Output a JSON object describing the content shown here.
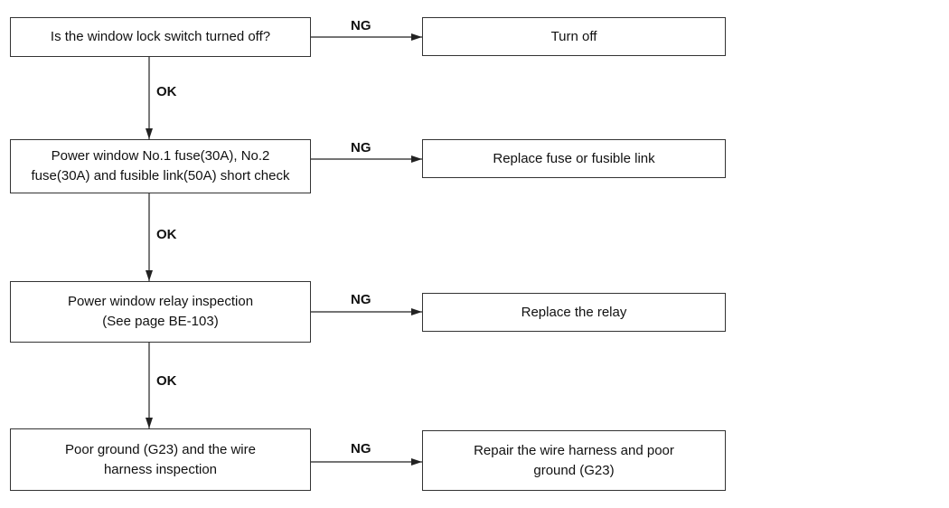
{
  "steps": [
    {
      "check": "Is the window lock switch turned off?",
      "ng_label": "NG",
      "ng_action": "Turn off",
      "ok_label": "OK"
    },
    {
      "check": "Power window No.1 fuse(30A), No.2\nfuse(30A) and fusible link(50A) short check",
      "ng_label": "NG",
      "ng_action": "Replace fuse or fusible link",
      "ok_label": "OK"
    },
    {
      "check": "Power window relay inspection\n(See page BE-103)",
      "ng_label": "NG",
      "ng_action": "Replace the relay",
      "ok_label": "OK"
    },
    {
      "check": "Poor ground (G23) and the wire\nharness inspection",
      "ng_label": "NG",
      "ng_action": "Repair the wire harness and poor\nground (G23)"
    }
  ]
}
